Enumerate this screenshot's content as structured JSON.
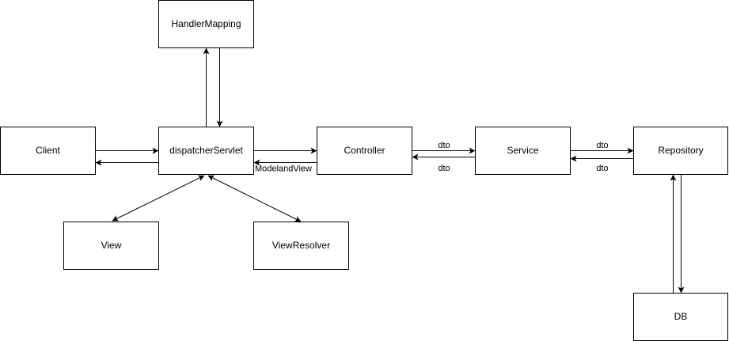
{
  "nodes": {
    "handler_mapping": "HandlerMapping",
    "client": "Client",
    "dispatcher_servlet": "dispatcherServlet",
    "controller": "Controller",
    "service": "Service",
    "repository": "Repository",
    "view": "View",
    "view_resolver": "ViewResolver",
    "db": "DB"
  },
  "edges": {
    "controller_to_dispatcher": "ModelandView",
    "controller_to_service": "dto",
    "service_to_controller": "dto",
    "service_to_repository": "dto",
    "repository_to_service": "dto"
  },
  "colors": {
    "stroke": "#000000",
    "fill": "#ffffff"
  }
}
